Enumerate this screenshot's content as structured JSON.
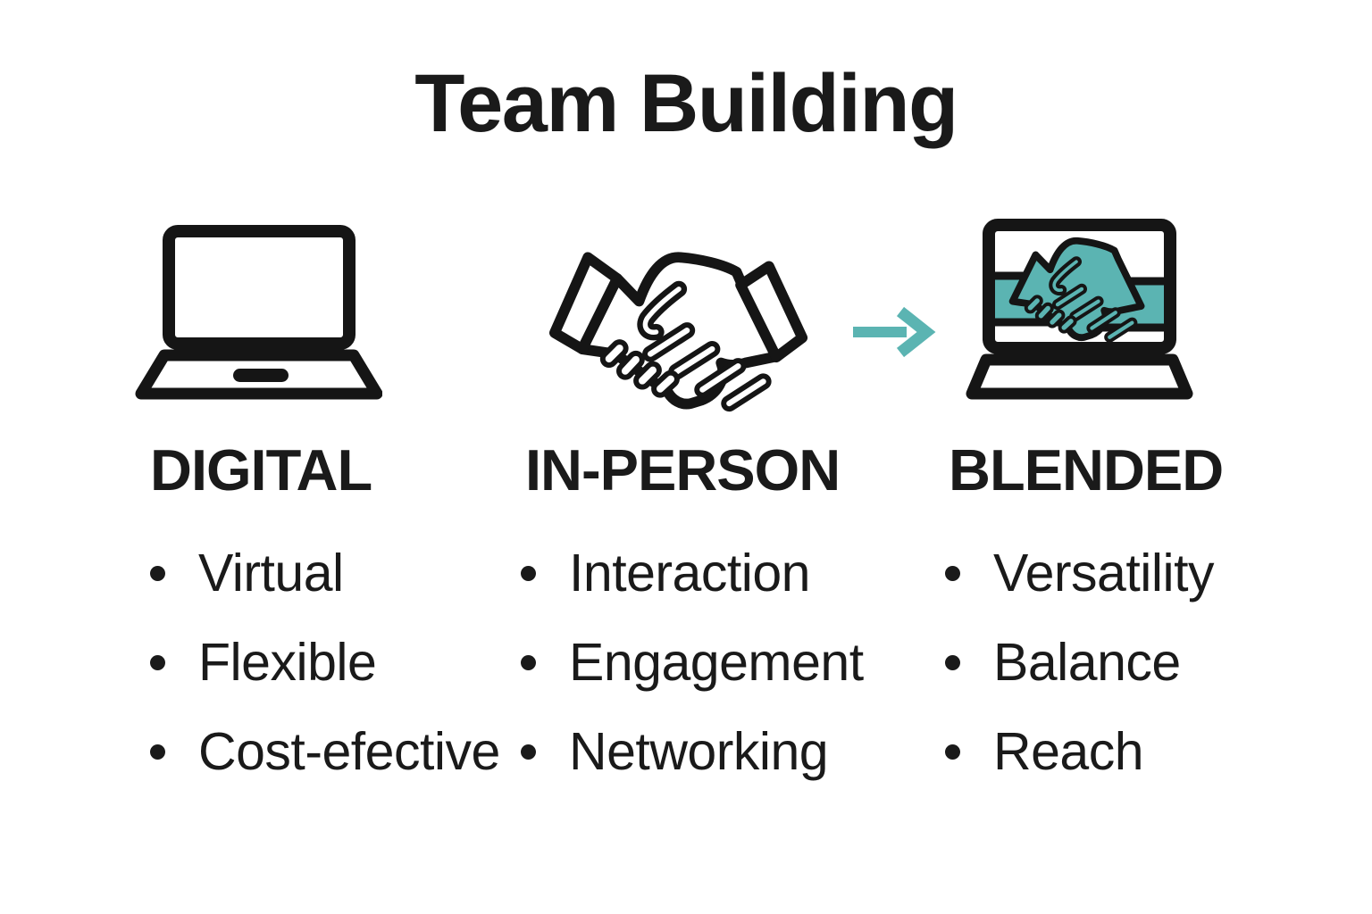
{
  "title": "Team Building",
  "columns": [
    {
      "id": "digital",
      "heading": "DIGITAL",
      "icon": "laptop-icon",
      "bullets": [
        "Virtual",
        "Flexible",
        "Cost-efective"
      ]
    },
    {
      "id": "in-person",
      "heading": "IN-PERSON",
      "icon": "handshake-icon",
      "bullets": [
        "Interaction",
        "Engagement",
        "Networking"
      ]
    },
    {
      "id": "blended",
      "heading": "BLENDED",
      "icon": "laptop-handshake-icon",
      "bullets": [
        "Versatility",
        "Balance",
        "Reach"
      ]
    }
  ],
  "arrow": {
    "icon": "arrow-right-icon",
    "direction": "right",
    "color": "#5BB4B2"
  },
  "colors": {
    "ink": "#1A1A1A",
    "outline": "#151515",
    "teal": "#5BB4B2",
    "background": "#FFFFFF"
  }
}
